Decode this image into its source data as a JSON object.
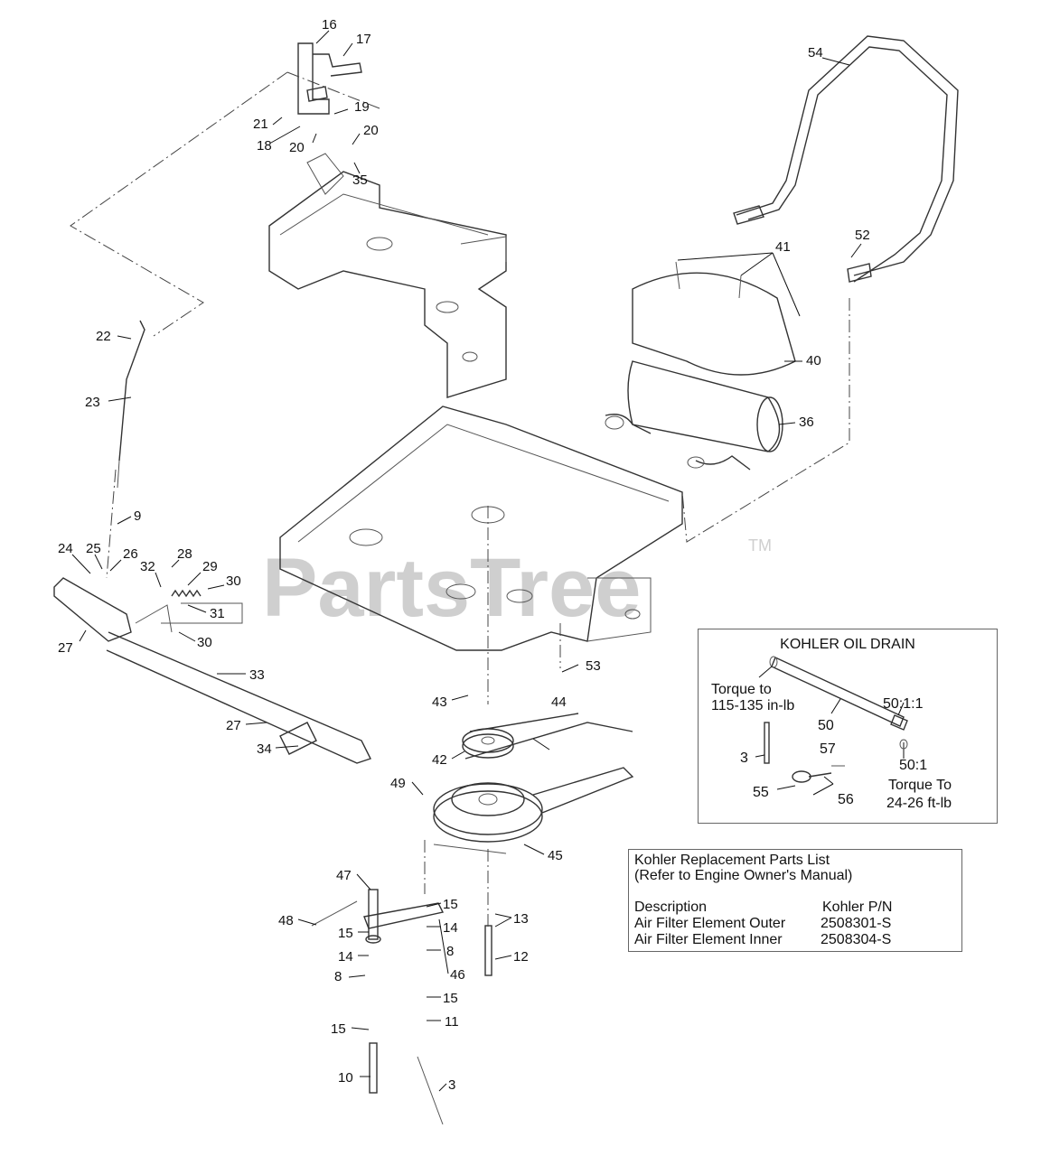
{
  "watermark": {
    "text": "PartsTree",
    "tm": "TM"
  },
  "callouts": [
    "16",
    "17",
    "19",
    "21",
    "18",
    "20",
    "20",
    "35",
    "54",
    "41",
    "52",
    "40",
    "36",
    "22",
    "23",
    "9",
    "24",
    "25",
    "26",
    "28",
    "32",
    "29",
    "30",
    "31",
    "27",
    "30",
    "33",
    "53",
    "27",
    "34",
    "43",
    "42",
    "44",
    "49",
    "45",
    "47",
    "48",
    "15",
    "14",
    "8",
    "15",
    "14",
    "8",
    "46",
    "15",
    "11",
    "15",
    "10",
    "3",
    "13",
    "12"
  ],
  "oil_drain": {
    "title": "KOHLER OIL DRAIN",
    "torque1_line1": "Torque to",
    "torque1_line2": "115-135 in-lb",
    "label_50": "50",
    "label_50_1_1": "50:1:1",
    "label_50_1": "50:1",
    "torque2_line1": "Torque To",
    "torque2_line2": "24-26 ft-lb",
    "label_3": "3",
    "label_57": "57",
    "label_55": "55",
    "label_56": "56"
  },
  "parts_list": {
    "title_line1": "Kohler Replacement Parts List",
    "title_line2": "(Refer to Engine Owner's Manual)",
    "col_description": "Description",
    "col_part": "Kohler P/N",
    "rows": [
      {
        "description": "Air Filter Element Outer",
        "part": "2508301-S"
      },
      {
        "description": "Air Filter Element Inner",
        "part": "2508304-S"
      }
    ]
  }
}
